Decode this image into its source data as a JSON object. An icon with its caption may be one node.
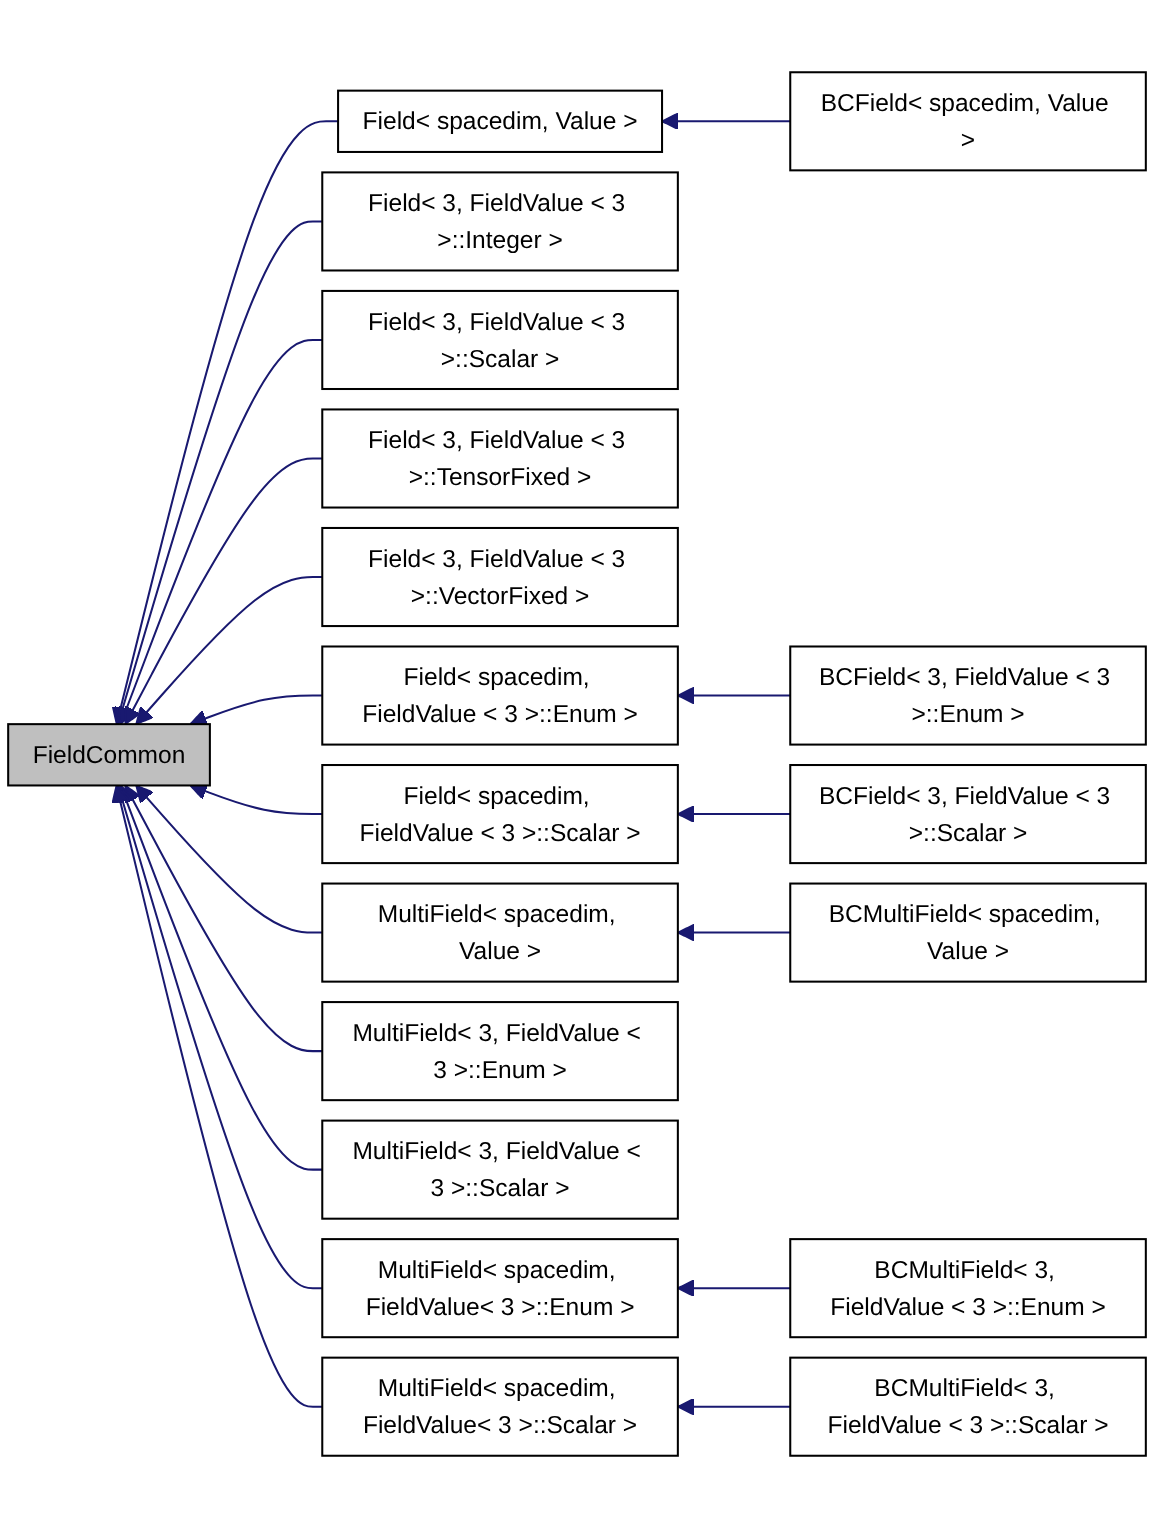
{
  "diagram": {
    "nodes": [
      {
        "text": [
          "Field< spacedim, Value >"
        ]
      },
      {
        "text": [
          "BCField< spacedim, Value >"
        ]
      },
      {
        "text": [
          "Field< 3, FieldValue < 3 >::Integer >"
        ]
      },
      {
        "text": [
          "Field< 3, FieldValue < 3 >::Scalar >"
        ]
      },
      {
        "text": [
          "Field< 3, FieldValue < 3 >::TensorFixed >"
        ]
      },
      {
        "text": [
          "Field< 3, FieldValue < 3 >::VectorFixed >"
        ]
      },
      {
        "text": [
          "Field< spacedim, FieldValue < 3 >::Enum >"
        ]
      },
      {
        "text": [
          "BCField< 3, FieldValue < 3 >::Enum >"
        ]
      },
      {
        "text": [
          "FieldCommon"
        ]
      },
      {
        "text": [
          "Field< spacedim, FieldValue < 3 >::Scalar >"
        ]
      },
      {
        "text": [
          "BCField< 3, FieldValue < 3 >::Scalar >"
        ]
      },
      {
        "text": [
          "MultiField< spacedim, Value >"
        ]
      },
      {
        "text": [
          "BCMultiField< spacedim, Value >"
        ]
      },
      {
        "text": [
          "MultiField< 3, FieldValue < 3 >::Enum >"
        ]
      },
      {
        "text": [
          "MultiField< 3, FieldValue < 3 >::Scalar >"
        ]
      },
      {
        "text": [
          "MultiField< spacedim, FieldValue< 3 >::Enum >"
        ]
      },
      {
        "text": [
          "BCMultiField< 3, FieldValue < 3 >::Enum >"
        ]
      },
      {
        "text": [
          "MultiField< spacedim, FieldValue< 3 >::Scalar >"
        ]
      },
      {
        "text": [
          "BCMultiField< 3, FieldValue < 3 >::Scalar >"
        ]
      }
    ],
    "edges": [
      {
        "from": 0,
        "to": 8,
        "arrow": "to"
      },
      {
        "from": 1,
        "to": 0,
        "arrow": "to"
      },
      {
        "from": 2,
        "to": 8,
        "arrow": "to"
      },
      {
        "from": 3,
        "to": 8,
        "arrow": "to"
      },
      {
        "from": 4,
        "to": 8,
        "arrow": "to"
      },
      {
        "from": 5,
        "to": 8,
        "arrow": "to"
      },
      {
        "from": 6,
        "to": 8,
        "arrow": "to"
      },
      {
        "from": 7,
        "to": 6,
        "arrow": "to"
      },
      {
        "from": 9,
        "to": 8,
        "arrow": "to"
      },
      {
        "from": 10,
        "to": 9,
        "arrow": "to"
      },
      {
        "from": 11,
        "to": 8,
        "arrow": "to"
      },
      {
        "from": 12,
        "to": 11,
        "arrow": "to"
      },
      {
        "from": 13,
        "to": 8,
        "arrow": "to"
      },
      {
        "from": 14,
        "to": 8,
        "arrow": "to"
      },
      {
        "from": 15,
        "to": 8,
        "arrow": "to"
      },
      {
        "from": 16,
        "to": 15,
        "arrow": "to"
      },
      {
        "from": 17,
        "to": 8,
        "arrow": "to"
      },
      {
        "from": 18,
        "to": 17,
        "arrow": "to"
      }
    ]
  }
}
